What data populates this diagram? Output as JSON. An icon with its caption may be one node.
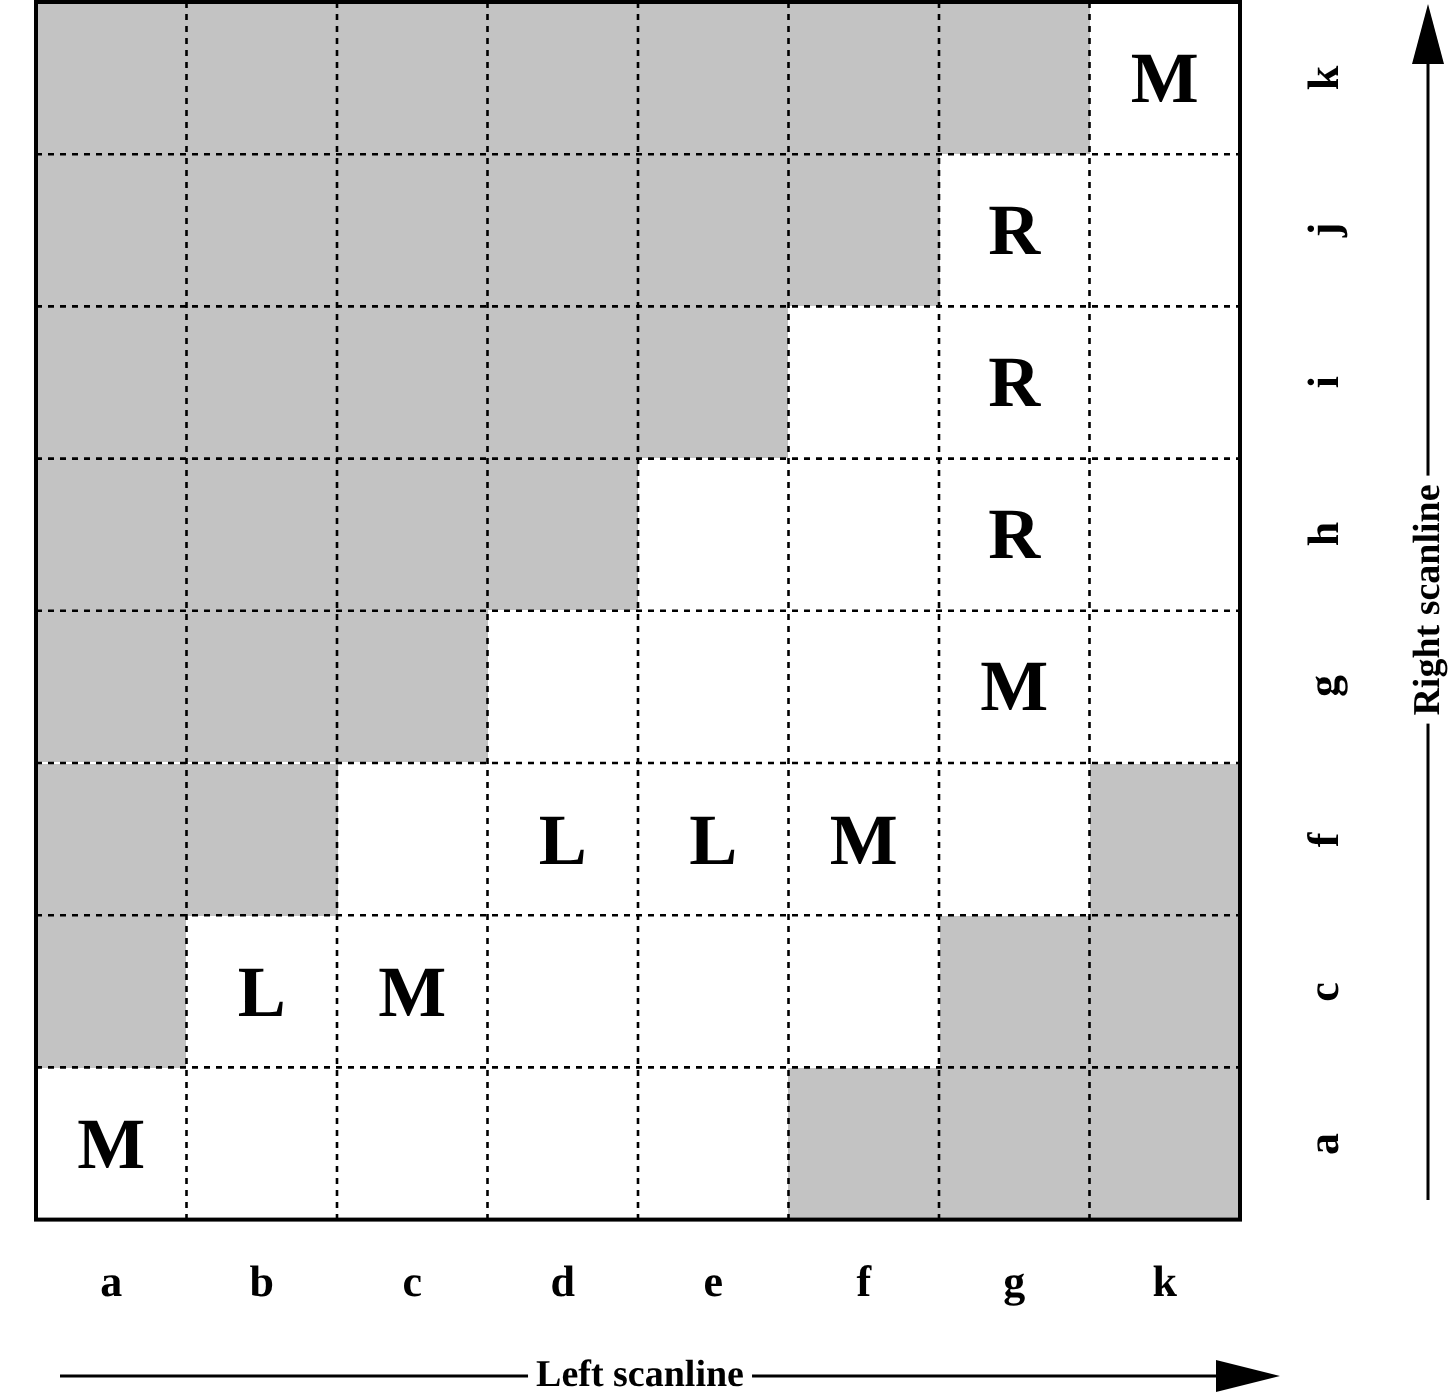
{
  "diagram": {
    "labels": [
      "M",
      "k",
      "R",
      "j",
      "R",
      "i",
      "R",
      "h",
      "M",
      "g",
      "L",
      "L",
      "M",
      "f",
      "L",
      "M",
      "c",
      "M",
      "a",
      "a",
      "b",
      "c",
      "d",
      "e",
      "f",
      "g",
      "k",
      "Left scanline",
      "Right scanline"
    ]
  }
}
